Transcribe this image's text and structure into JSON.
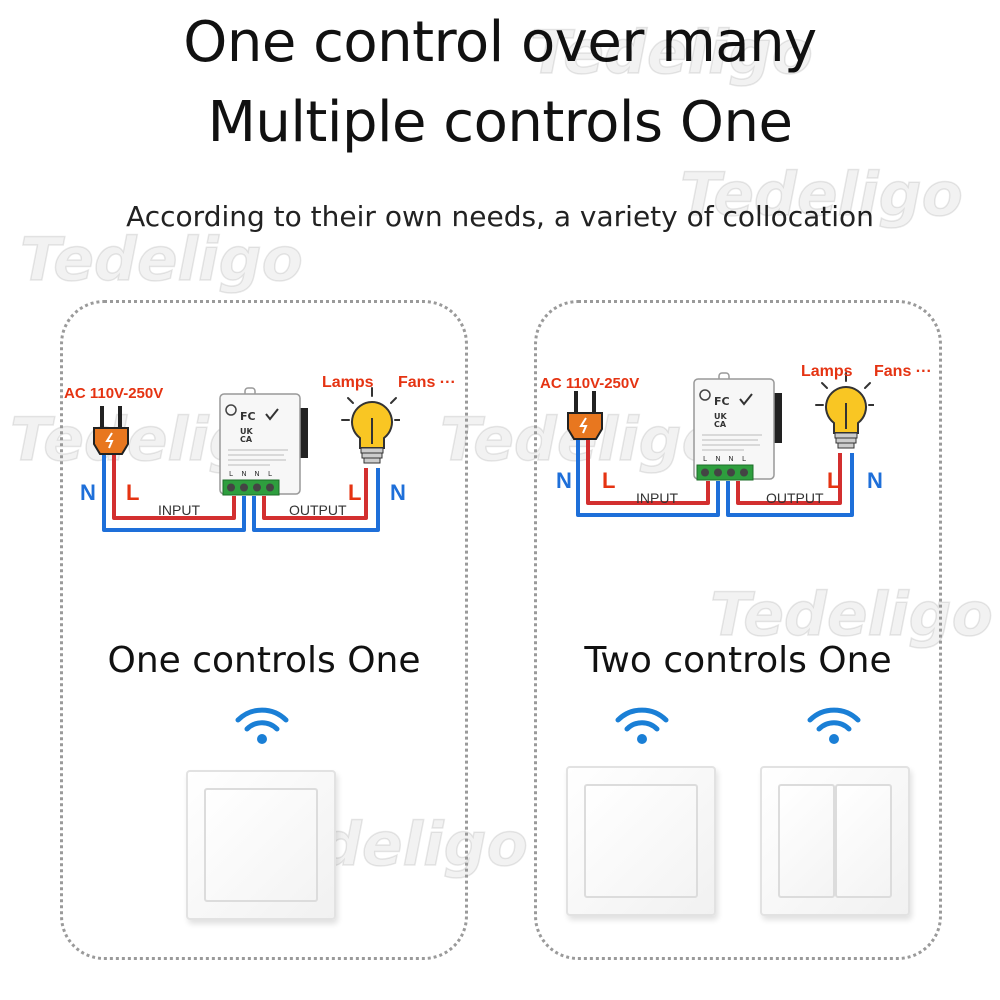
{
  "header": {
    "line1": "One control over many",
    "line2": "Multiple controls One",
    "subtitle": "According to their own needs, a variety of collocation"
  },
  "watermark": {
    "brand": "Tedeligo"
  },
  "diagram": {
    "voltage_label": "AC 110V-250V",
    "neutral_label": "N",
    "live_label": "L",
    "input_label": "INPUT",
    "output_label": "OUTPUT",
    "lamps_label": "Lamps",
    "fans_label": "Fans ···",
    "terminal_labels": [
      "L",
      "N",
      "N",
      "L"
    ],
    "colors": {
      "live": "#d32f2f",
      "neutral": "#1e6fd9",
      "label_red": "#e53312",
      "plug": "#e8771f",
      "bulb": "#f9c623"
    }
  },
  "panels": [
    {
      "caption": "One controls One",
      "switches": [
        {
          "gangs": 1
        }
      ]
    },
    {
      "caption": "Two controls One",
      "switches": [
        {
          "gangs": 1
        },
        {
          "gangs": 2
        }
      ]
    }
  ]
}
